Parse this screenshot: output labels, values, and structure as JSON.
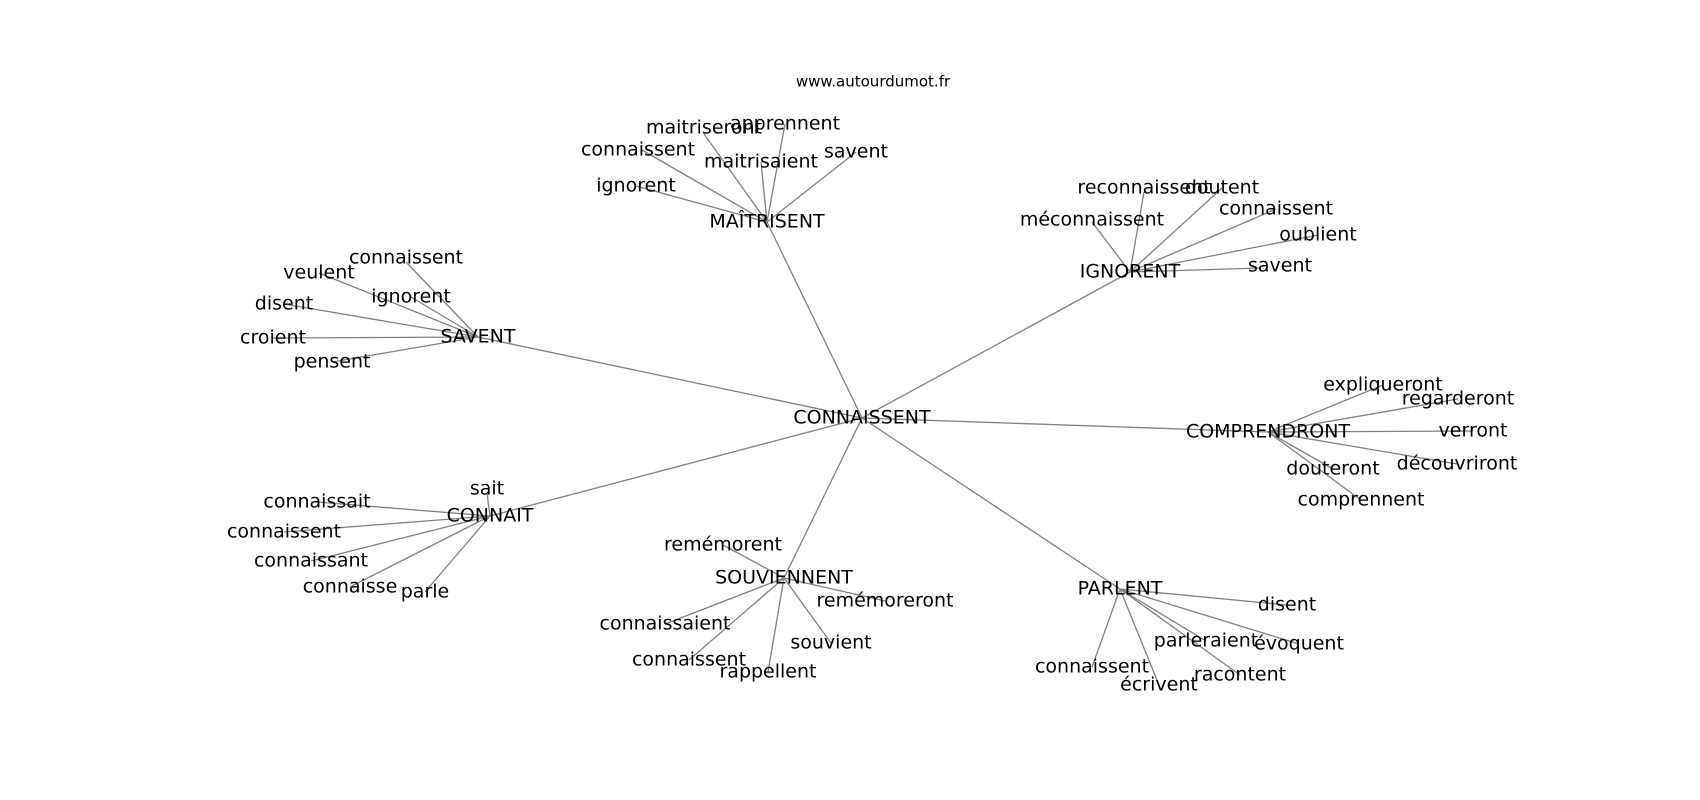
{
  "credit": "www.autourdumot.fr",
  "edge_color": "#808080",
  "center": "CONNAISSENT",
  "clusters": [
    {
      "hub": "MAÎTRISENT",
      "leaves": [
        "maitriseront",
        "apprennent",
        "connaissent",
        "maitrisaient",
        "savent",
        "ignorent"
      ]
    },
    {
      "hub": "IGNORENT",
      "leaves": [
        "reconnaissent",
        "doutent",
        "méconnaissent",
        "connaissent",
        "oublient",
        "savent"
      ]
    },
    {
      "hub": "SAVENT",
      "leaves": [
        "connaissent",
        "veulent",
        "ignorent",
        "disent",
        "croient",
        "pensent"
      ]
    },
    {
      "hub": "COMPRENDRONT",
      "leaves": [
        "expliqueront",
        "regarderont",
        "verront",
        "découvriront",
        "douteront",
        "comprennent"
      ]
    },
    {
      "hub": "CONNAIT",
      "leaves": [
        "sait",
        "connaissait",
        "connaissent",
        "connaissant",
        "connaisse",
        "parle"
      ]
    },
    {
      "hub": "SOUVIENNENT",
      "leaves": [
        "remémorent",
        "remémoreront",
        "connaissaient",
        "souvient",
        "connaissent",
        "rappellent"
      ]
    },
    {
      "hub": "PARLENT",
      "leaves": [
        "disent",
        "parleraient",
        "évoquent",
        "connaissent",
        "racontent",
        "écrivent"
      ]
    }
  ]
}
